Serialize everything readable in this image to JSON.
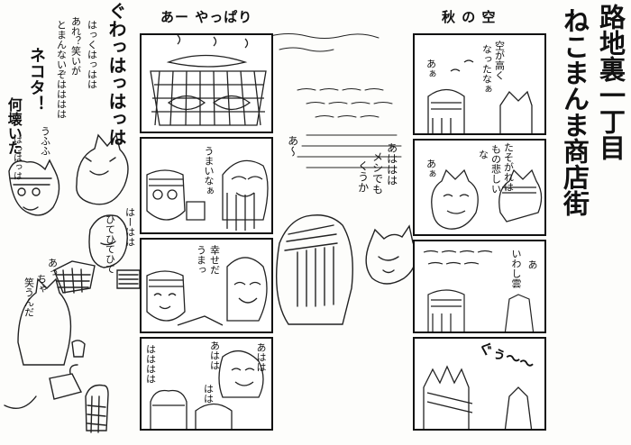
{
  "series_title": "路地裏一丁目",
  "series_subtitle": "ねこまんま商店街",
  "left_strip": {
    "title": "あー やっぱり",
    "panels": [
      {
        "texts": []
      },
      {
        "texts": [
          "うまいなぁ"
        ]
      },
      {
        "texts": [
          "うまっ",
          "幸せだ"
        ]
      },
      {
        "texts": [
          "あはは",
          "はは",
          "はははは",
          "あはは"
        ]
      }
    ]
  },
  "right_strip": {
    "title": "秋 の 空",
    "panels": [
      {
        "texts": [
          "空が高く",
          "なったなぁ",
          "あぁ"
        ]
      },
      {
        "texts": [
          "たそがれは",
          "もの悲しい",
          "な",
          "あぁ"
        ]
      },
      {
        "texts": [
          "あ",
          "いわし雲"
        ]
      },
      {
        "texts": [
          "ぐぅ〜〜"
        ]
      }
    ]
  },
  "middle": {
    "texts": [
      "あ〜",
      "あははは",
      "メシでも",
      "くうか"
    ]
  },
  "left_side": {
    "texts": [
      "ぐわっはっはっは",
      "はっくはっはは",
      "あれ？笑いが",
      "とまんないぞはははは",
      "ネコタ！",
      "うふふ",
      "何壊いた",
      "はっはっは",
      "はーはは",
      "ひてひてひて",
      "あっ",
      "ちゃ",
      "笑うんだ"
    ]
  }
}
